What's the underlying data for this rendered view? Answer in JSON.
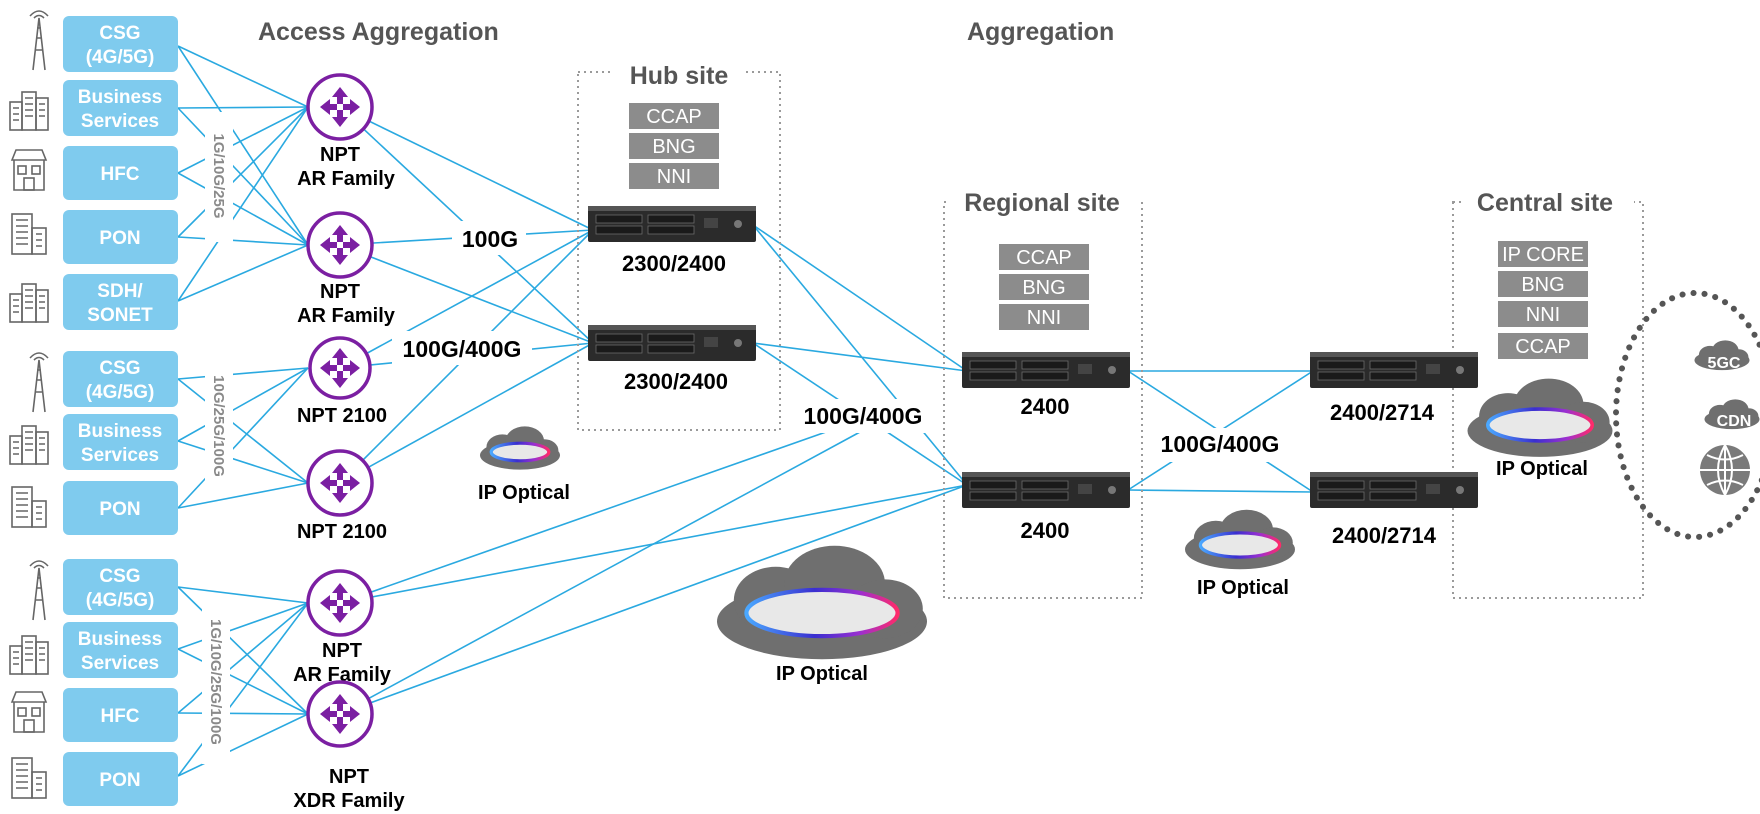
{
  "headers": {
    "access_aggregation": "Access Aggregation",
    "aggregation": "Aggregation"
  },
  "sites": {
    "hub": "Hub site",
    "regional": "Regional site",
    "central": "Central site"
  },
  "hub_services": [
    "CCAP",
    "BNG",
    "NNI"
  ],
  "regional_services": [
    "CCAP",
    "BNG",
    "NNI"
  ],
  "central_services": [
    "IP CORE",
    "BNG",
    "NNI",
    "CCAP"
  ],
  "sources": [
    {
      "line1": "CSG",
      "line2": "(4G/5G)",
      "icon": "cell-tower-icon"
    },
    {
      "line1": "Business",
      "line2": "Services",
      "icon": "office-buildings-icon"
    },
    {
      "line1": "HFC",
      "line2": "",
      "icon": "storefront-icon"
    },
    {
      "line1": "PON",
      "line2": "",
      "icon": "office-building-icon"
    },
    {
      "line1": "SDH/",
      "line2": "SONET",
      "icon": "office-buildings-icon"
    },
    {
      "line1": "CSG",
      "line2": "(4G/5G)",
      "icon": "cell-tower-icon"
    },
    {
      "line1": "Business",
      "line2": "Services",
      "icon": "office-buildings-icon"
    },
    {
      "line1": "PON",
      "line2": "",
      "icon": "office-building-icon"
    },
    {
      "line1": "CSG",
      "line2": "(4G/5G)",
      "icon": "cell-tower-icon"
    },
    {
      "line1": "Business",
      "line2": "Services",
      "icon": "office-buildings-icon"
    },
    {
      "line1": "HFC",
      "line2": "",
      "icon": "storefront-icon"
    },
    {
      "line1": "PON",
      "line2": "",
      "icon": "office-building-icon"
    }
  ],
  "interface_labels": [
    "1G/10G/25G",
    "10G/25G/100G",
    "1G/10G/25G/100G"
  ],
  "routers": [
    {
      "line1": "NPT",
      "line2": "AR Family"
    },
    {
      "line1": "NPT",
      "line2": "AR Family"
    },
    {
      "line1": "NPT 2100",
      "line2": ""
    },
    {
      "line1": "NPT 2100",
      "line2": ""
    },
    {
      "line1": "NPT",
      "line2": "AR Family"
    },
    {
      "line1": "NPT",
      "line2": "XDR Family"
    }
  ],
  "devices": {
    "hub_1": "2300/2400",
    "hub_2": "2300/2400",
    "regional_1": "2400",
    "regional_2": "2400",
    "central_1": "2400/2714",
    "central_2": "2400/2714"
  },
  "link_speeds": {
    "l1": "100G",
    "l2": "100G/400G",
    "l3": "100G/400G",
    "l4": "100G/400G"
  },
  "ip_optical": "IP Optical",
  "core": {
    "fivegc": "5GC",
    "cdn": "CDN",
    "globe_icon": "globe-icon"
  },
  "colors": {
    "source_box": "#7fcbee",
    "link": "#2aa9e0",
    "router": "#7b1fa2",
    "service_tag": "#8c8c8c",
    "cloud": "#6f6f6f"
  }
}
